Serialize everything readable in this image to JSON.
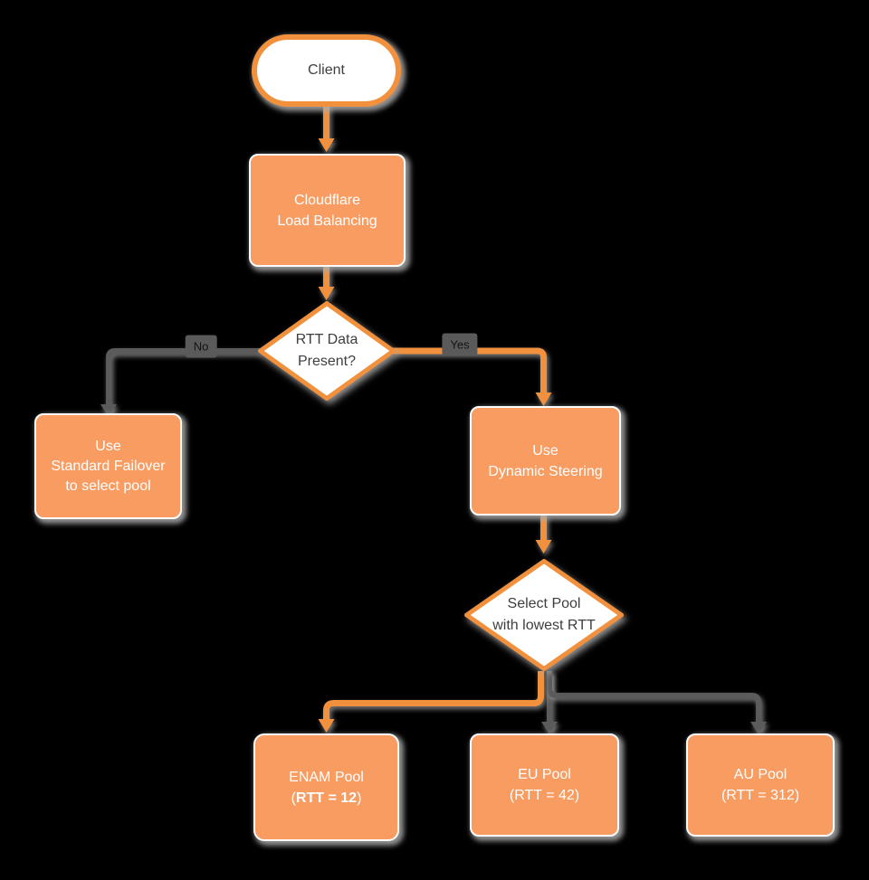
{
  "diagram": {
    "type": "flowchart",
    "topic": "Cloudflare Load Balancing pool selection"
  },
  "colors": {
    "background": "#000000",
    "shape_fill_orange": "#F89C62",
    "shape_stroke_orange": "#F2913D",
    "connector_gray": "#5B5B5B",
    "edge_label_bg": "#5A5A5A",
    "edge_label_text": "#141414",
    "shape_fill_white": "#FFFFFF",
    "dark_text": "#3E3E3E",
    "light_text": "#FFFFFF",
    "shadow": "#ACACAC"
  },
  "nodes": {
    "client": {
      "label": "Client"
    },
    "cloudflare": {
      "line1": "Cloudflare",
      "line2": "Load Balancing"
    },
    "rtt_decision": {
      "line1": "RTT Data",
      "line2": "Present?"
    },
    "failover": {
      "line1": "Use",
      "line2": "Standard Failover",
      "line3": "to select pool"
    },
    "dynamic": {
      "line1": "Use",
      "line2": "Dynamic Steering"
    },
    "select_pool": {
      "line1": "Select Pool",
      "line2": "with lowest RTT"
    },
    "enam": {
      "line1": "ENAM Pool",
      "paren_open": "(",
      "rtt_bold": "RTT = 12",
      "paren_close": ")"
    },
    "eu": {
      "line1": "EU Pool",
      "line2": "(RTT = 42)"
    },
    "au": {
      "line1": "AU Pool",
      "line2": "(RTT = 312)"
    }
  },
  "edge_labels": {
    "no": "No",
    "yes": "Yes"
  }
}
